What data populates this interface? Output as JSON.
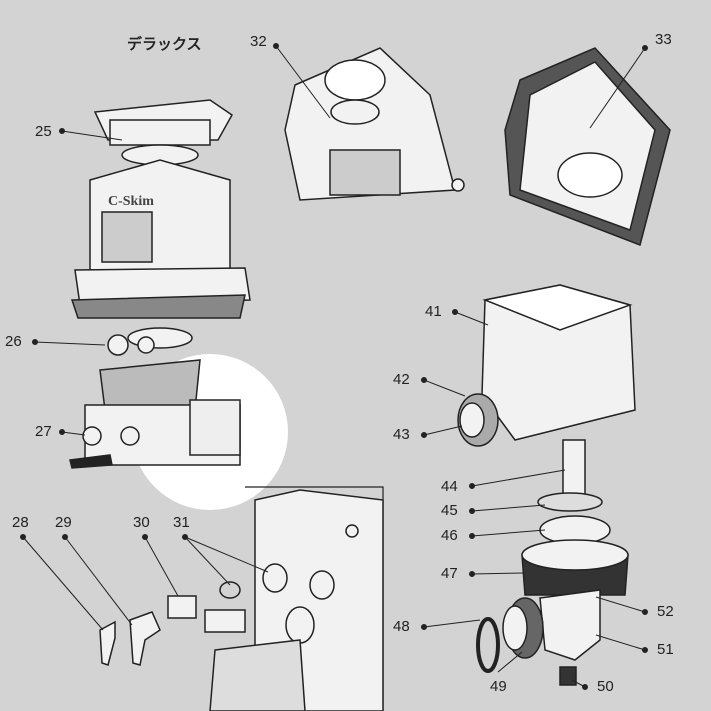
{
  "title": "デラックス",
  "brand": "C-Skim",
  "labels": {
    "p25": "25",
    "p26": "26",
    "p27": "27",
    "p28": "28",
    "p29": "29",
    "p30": "30",
    "p31": "31",
    "p32": "32",
    "p33": "33",
    "p41": "41",
    "p42": "42",
    "p43": "43",
    "p44": "44",
    "p45": "45",
    "p46": "46",
    "p47": "47",
    "p48": "48",
    "p49": "49",
    "p50": "50",
    "p51": "51",
    "p52": "52"
  }
}
